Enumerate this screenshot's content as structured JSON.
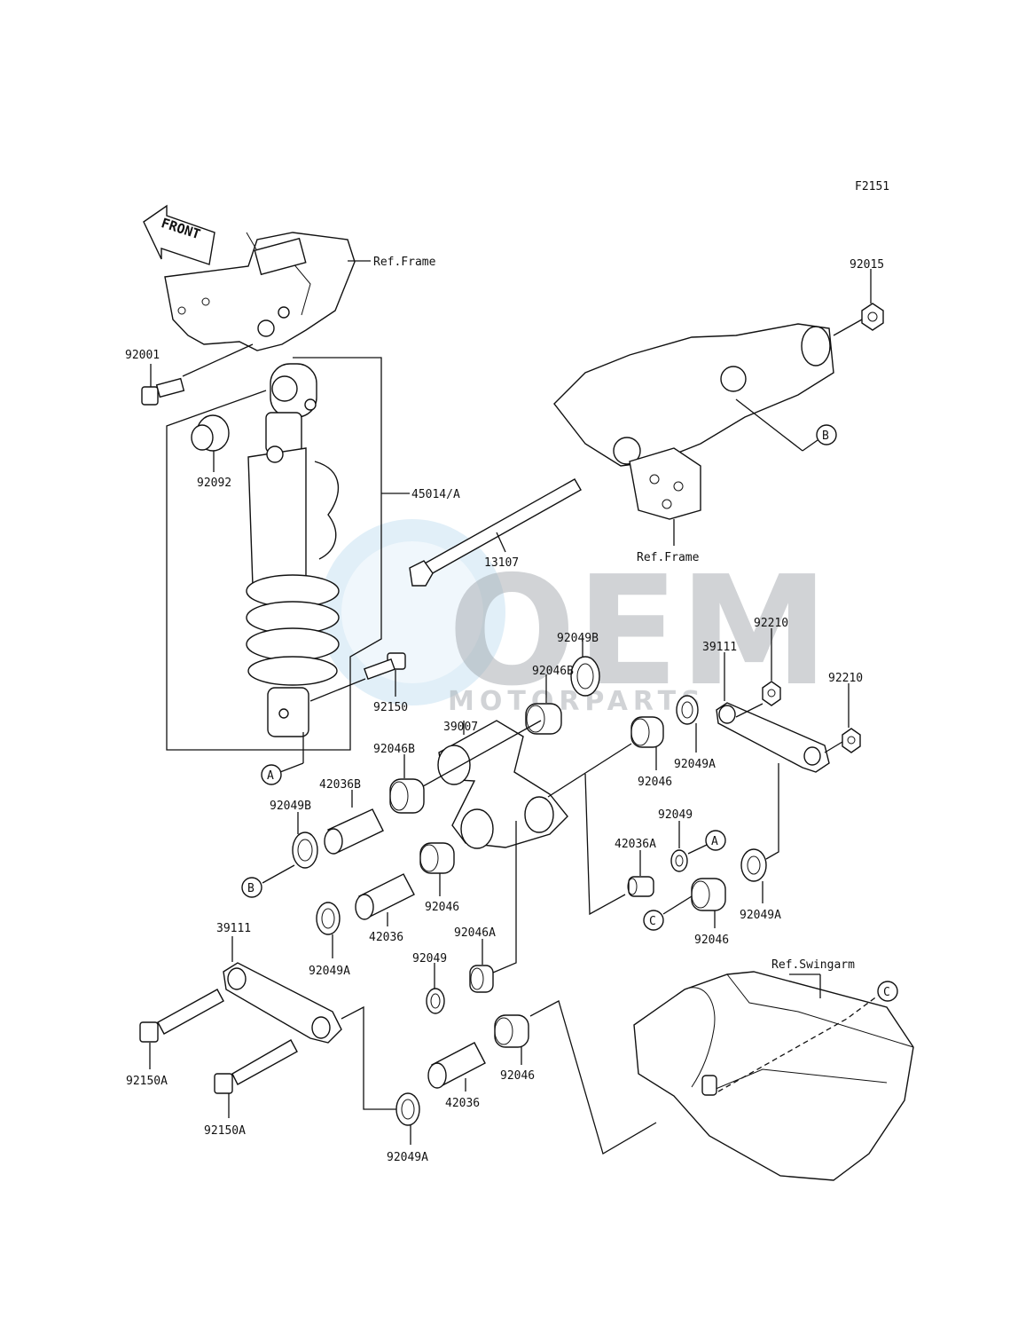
{
  "figure_id": "F2151",
  "front_arrow": "FRONT",
  "watermark": {
    "main": "OEM",
    "sub": "MOTORPARTS"
  },
  "refs": {
    "frame_top": "Ref.Frame",
    "frame_right": "Ref.Frame",
    "swingarm": "Ref.Swingarm"
  },
  "markers": {
    "a": "A",
    "b": "B",
    "c": "C"
  },
  "parts": {
    "p92001": "92001",
    "p92092": "92092",
    "p45014A": "45014/A",
    "p92150": "92150",
    "p13107": "13107",
    "p92015": "92015",
    "p92049B_top": "92049B",
    "p92046B_top": "92046B",
    "p39007": "39007",
    "p92046B_left": "92046B",
    "p42036B": "42036B",
    "p92049B_left": "92049B",
    "p92046_mid": "92046",
    "p42036_mid": "42036",
    "p92049A_mid": "92049A",
    "p92046A": "92046A",
    "p92049_mid": "92049",
    "p39111_left": "39111",
    "p92150A_1": "92150A",
    "p92150A_2": "92150A",
    "p92049A_bot": "92049A",
    "p42036_bot": "42036",
    "p92046_bot": "92046",
    "p92210_1": "92210",
    "p92210_2": "92210",
    "p39111_right": "39111",
    "p92049A_r1": "92049A",
    "p92046_r1": "92046",
    "p92049_right": "92049",
    "p42036A": "42036A",
    "p92049A_r2": "92049A",
    "p92046_r2": "92046"
  },
  "colors": {
    "line": "#111111",
    "watermark": "#9aa0a6",
    "watermark_blue": "#5aa9d6"
  }
}
